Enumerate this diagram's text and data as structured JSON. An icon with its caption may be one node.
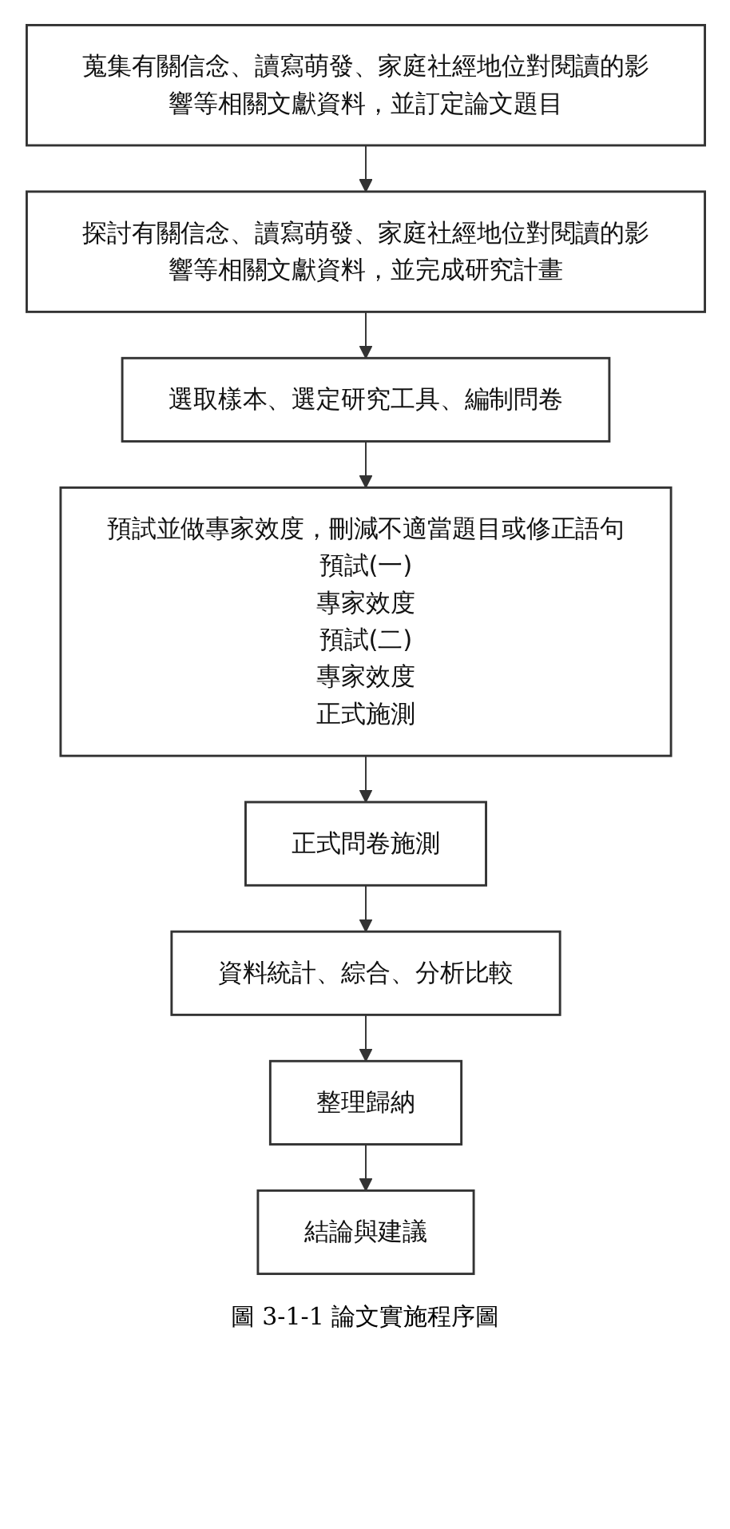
{
  "diagram": {
    "caption": "圖 3-1-1 論文實施程序圖",
    "nodes": [
      {
        "text": [
          "蒐集有關信念、讀寫萌發、家庭社經地位對閱讀的影響等相關文獻資料，並訂定論文題目"
        ]
      },
      {
        "text": [
          "探討有關信念、讀寫萌發、家庭社經地位對閱讀的影響等相關文獻資料，並完成研究計畫"
        ]
      },
      {
        "text": [
          "選取樣本、選定研究工具、編制問卷"
        ]
      },
      {
        "text": [
          "預試並做專家效度，刪減不適當題目或修正語句",
          "預試(一)",
          "專家效度",
          "預試(二)",
          "專家效度",
          "正式施測"
        ]
      },
      {
        "text": [
          "正式問卷施測"
        ]
      },
      {
        "text": [
          "資料統計、綜合、分析比較"
        ]
      },
      {
        "text": [
          "整理歸納"
        ]
      },
      {
        "text": [
          "結論與建議"
        ]
      }
    ],
    "edges": [
      {
        "from": 0,
        "to": 1,
        "arrow": "to"
      },
      {
        "from": 1,
        "to": 2,
        "arrow": "to"
      },
      {
        "from": 2,
        "to": 3,
        "arrow": "to"
      },
      {
        "from": 3,
        "to": 4,
        "arrow": "to"
      },
      {
        "from": 4,
        "to": 5,
        "arrow": "to"
      },
      {
        "from": 5,
        "to": 6,
        "arrow": "to"
      },
      {
        "from": 6,
        "to": 7,
        "arrow": "to"
      }
    ]
  }
}
